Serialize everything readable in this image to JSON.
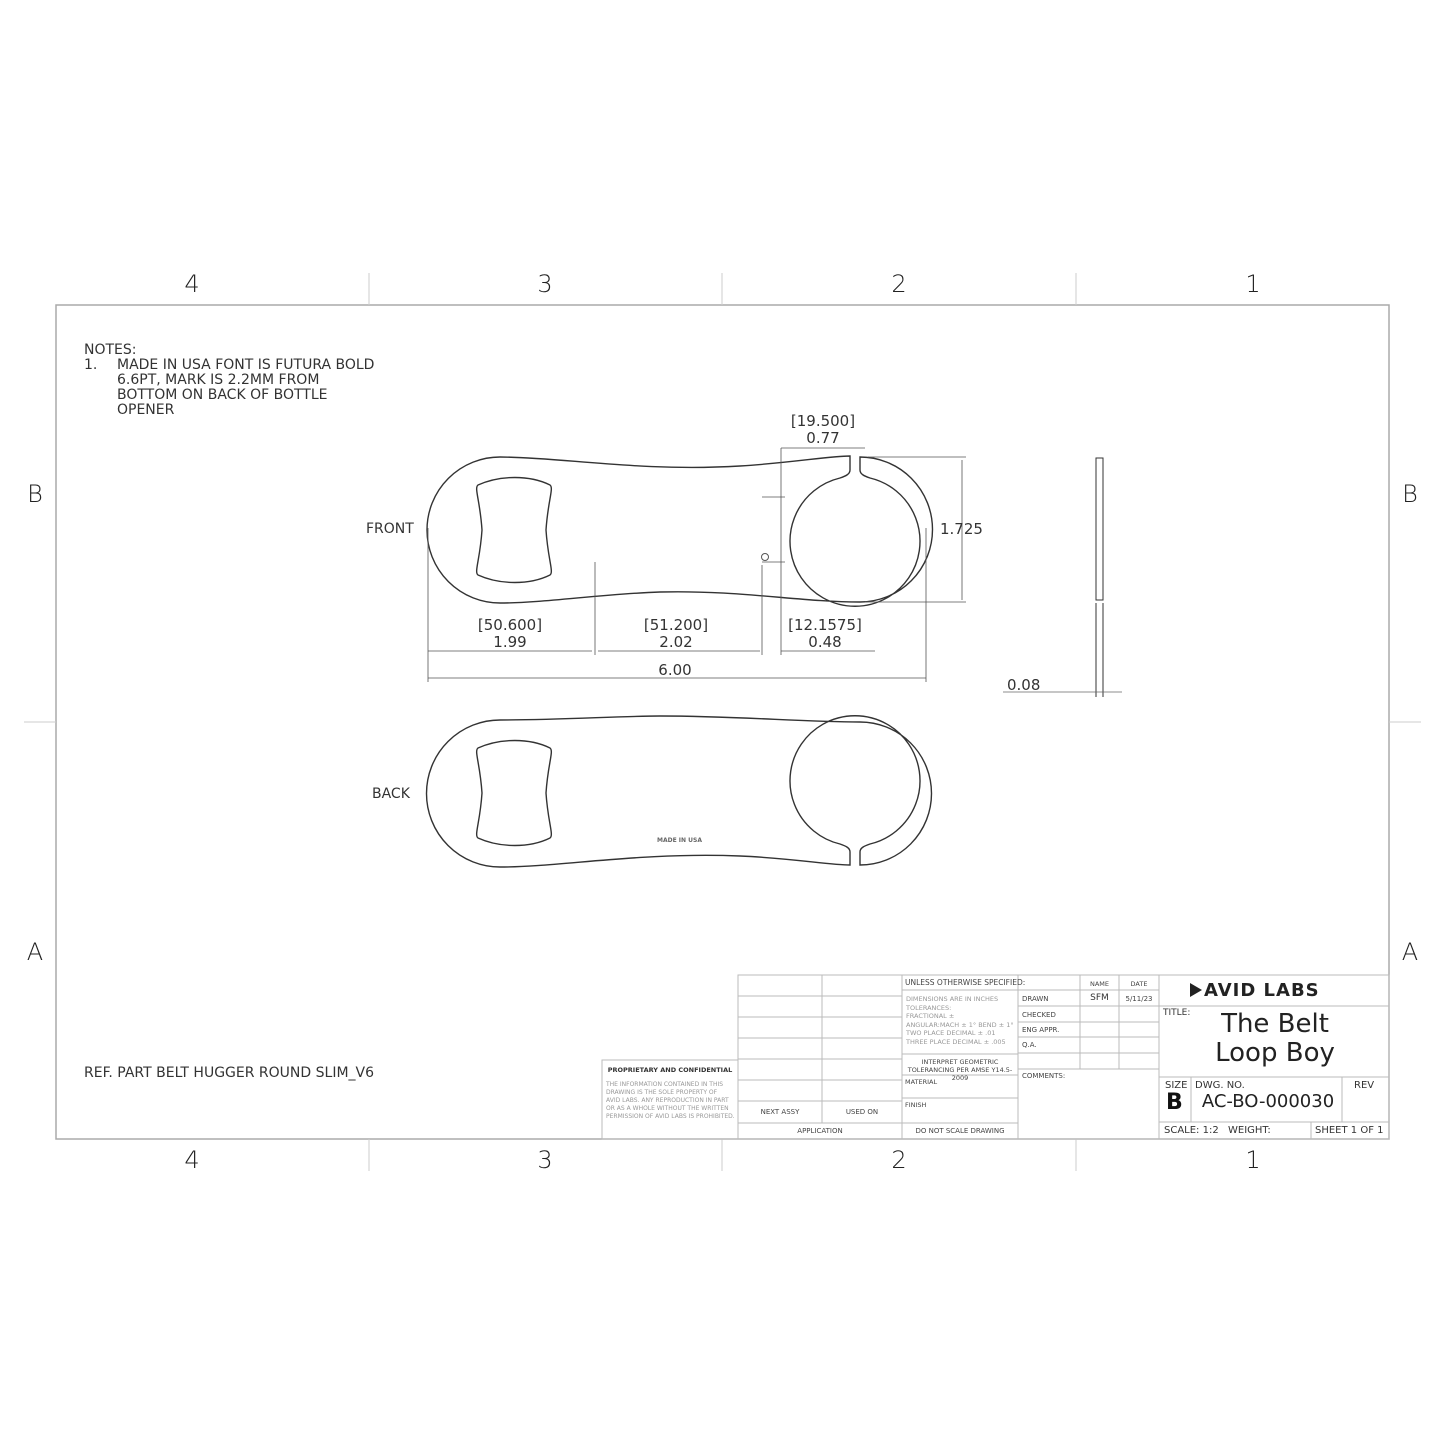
{
  "border": {
    "zones_top": [
      "4",
      "3",
      "2",
      "1"
    ],
    "zones_bottom": [
      "4",
      "3",
      "2",
      "1"
    ],
    "zones_left": [
      "B",
      "A"
    ],
    "zones_right": [
      "B",
      "A"
    ]
  },
  "notes": {
    "heading": "NOTES:",
    "items": [
      {
        "num": "1.",
        "lines": [
          "MADE IN USA FONT IS FUTURA BOLD",
          "6.6PT, MARK IS 2.2MM FROM",
          "BOTTOM ON BACK OF BOTTLE",
          "OPENER"
        ]
      }
    ]
  },
  "views": {
    "front_label": "FRONT",
    "back_label": "BACK",
    "back_mark": "MADE IN USA"
  },
  "dimensions": {
    "slot_offset_mm": "[19.500]",
    "slot_offset_in": "0.77",
    "height_in": "1.725",
    "seg1_mm": "[50.600]",
    "seg1_in": "1.99",
    "seg2_mm": "[51.200]",
    "seg2_in": "2.02",
    "seg3_mm": "[12.1575]",
    "seg3_in": "0.48",
    "overall_in": "6.00",
    "thickness_in": "0.08"
  },
  "ref_part": "REF. PART BELT HUGGER ROUND SLIM_V6",
  "title_block": {
    "proprietary_heading": "PROPRIETARY AND CONFIDENTIAL",
    "proprietary_lines": [
      "THE INFORMATION CONTAINED IN THIS",
      "DRAWING IS THE SOLE PROPERTY OF",
      "AVID LABS.  ANY REPRODUCTION IN PART",
      "OR AS A WHOLE WITHOUT THE WRITTEN",
      "PERMISSION OF AVID LABS IS PROHIBITED."
    ],
    "next_assy": "NEXT ASSY",
    "used_on": "USED ON",
    "application": "APPLICATION",
    "unless_specified": "UNLESS OTHERWISE SPECIFIED:",
    "tolerance_lines": [
      "DIMENSIONS ARE IN INCHES",
      "TOLERANCES:",
      "FRACTIONAL ±",
      "ANGULAR:MACH ± 1° BEND ± 1°",
      "TWO PLACE DECIMAL    ± .01",
      "THREE PLACE DECIMAL  ± .005"
    ],
    "interpret_1": "INTERPRET GEOMETRIC",
    "interpret_2": "TOLERANCING PER AMSE Y14.5-2009",
    "material": "MATERIAL",
    "finish": "FINISH",
    "do_not_scale": "DO NOT SCALE DRAWING",
    "col_name": "NAME",
    "col_date": "DATE",
    "rows": [
      {
        "label": "DRAWN",
        "name": "SFM",
        "date": "5/11/23"
      },
      {
        "label": "CHECKED",
        "name": "",
        "date": ""
      },
      {
        "label": "ENG APPR.",
        "name": "",
        "date": ""
      },
      {
        "label": "Q.A.",
        "name": "",
        "date": ""
      }
    ],
    "comments": "COMMENTS:",
    "company": "AVID LABS",
    "title_label": "TITLE:",
    "title_line1": "The Belt",
    "title_line2": "Loop Boy",
    "size_label": "SIZE",
    "size_value": "B",
    "dwg_no_label": "DWG.  NO.",
    "dwg_no": "AC-BO-000030",
    "rev_label": "REV",
    "scale": "SCALE: 1:2",
    "weight": "WEIGHT:",
    "sheet": "SHEET 1 OF 1"
  }
}
